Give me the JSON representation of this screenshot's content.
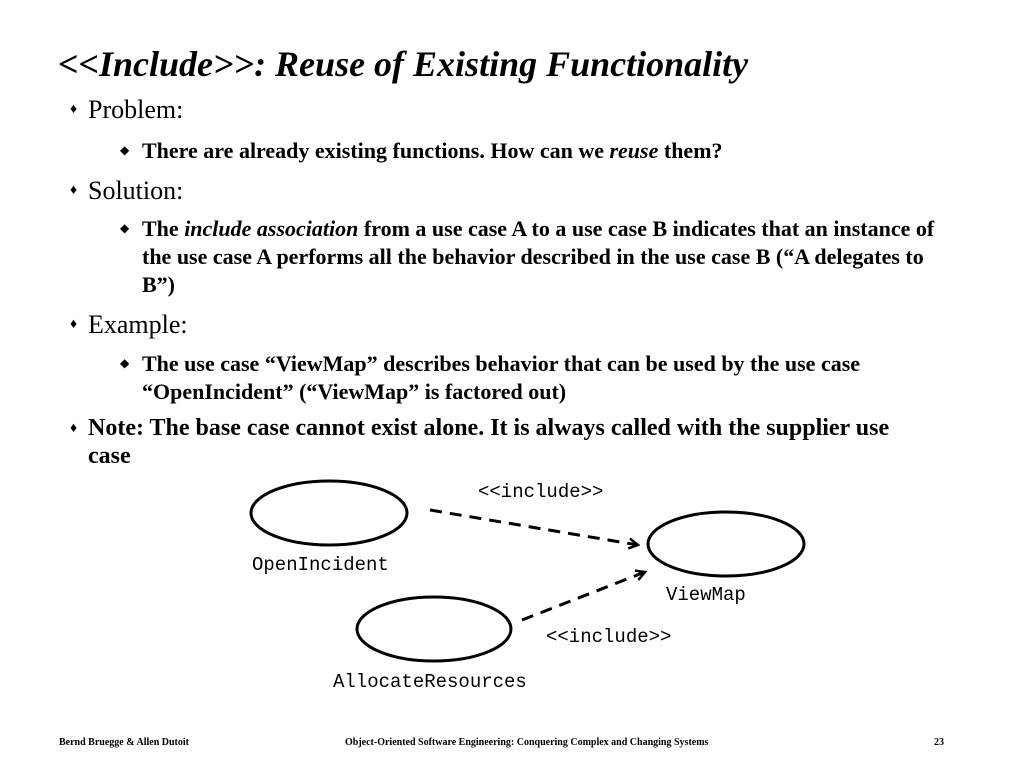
{
  "slide": {
    "title": "<<Include>>: Reuse of Existing Functionality",
    "bullets": [
      {
        "label": "Problem:",
        "subs": [
          {
            "pre": "There are already existing functions. How can we ",
            "em": "reuse",
            "post": " them?"
          }
        ]
      },
      {
        "label": "Solution:",
        "subs": [
          {
            "pre": "The ",
            "em": "include association",
            "post": " from a use case A to a use case B indicates that an instance of the use case A performs all the behavior described in the use case B (“A delegates to B”)"
          }
        ]
      },
      {
        "label": "Example:",
        "subs": [
          {
            "text": "The use case “ViewMap” describes behavior that can be used by the use case “OpenIncident” (“ViewMap”  is factored out)"
          }
        ]
      },
      {
        "label": "Note: The base case cannot exist alone. It is always called with the supplier use case"
      }
    ]
  },
  "diagram": {
    "use_cases": {
      "open_incident": "OpenIncident",
      "view_map": "ViewMap",
      "allocate_resources": "AllocateResources"
    },
    "relations": {
      "top": "<<include>>",
      "bottom": "<<include>>"
    }
  },
  "footer": {
    "authors": "Bernd Bruegge & Allen Dutoit",
    "book": "Object-Oriented Software Engineering: Conquering Complex and Changing Systems",
    "page": "23"
  }
}
